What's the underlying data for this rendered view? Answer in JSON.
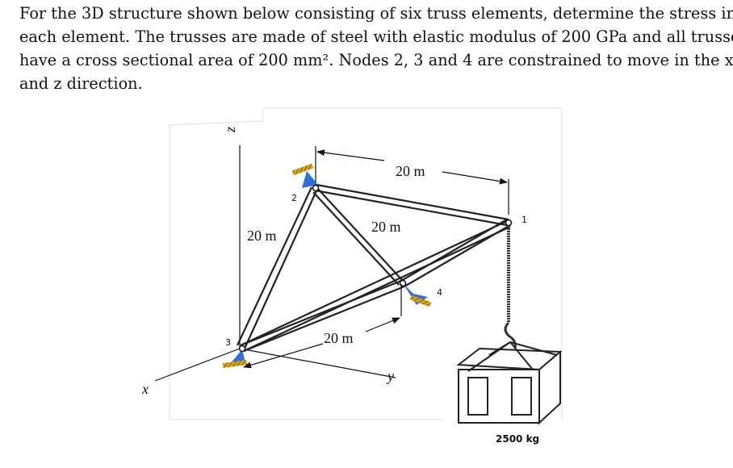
{
  "problem": {
    "line1": "For the 3D structure shown below consisting of six truss elements, determine the stress in",
    "line2": "each element. The trusses are made of steel with elastic modulus of 200 GPa and all trusses",
    "line3": "have a cross sectional area of 200 mm². Nodes 2, 3 and 4 are constrained to move in the x, y",
    "line4": "and z direction."
  },
  "figure": {
    "axis_z": "z",
    "axis_x": "x",
    "axis_y": "y",
    "dim_top": "20 m",
    "dim_diag": "20 m",
    "dim_left": "20 m",
    "dim_bottom": "20 m",
    "node_1": "1",
    "node_2": "2",
    "node_3": "3",
    "node_4": "4",
    "load": "2500 kg",
    "colors": {
      "support": "#2f6fd6",
      "hatch": "#b8860b",
      "member": "#222222"
    }
  }
}
